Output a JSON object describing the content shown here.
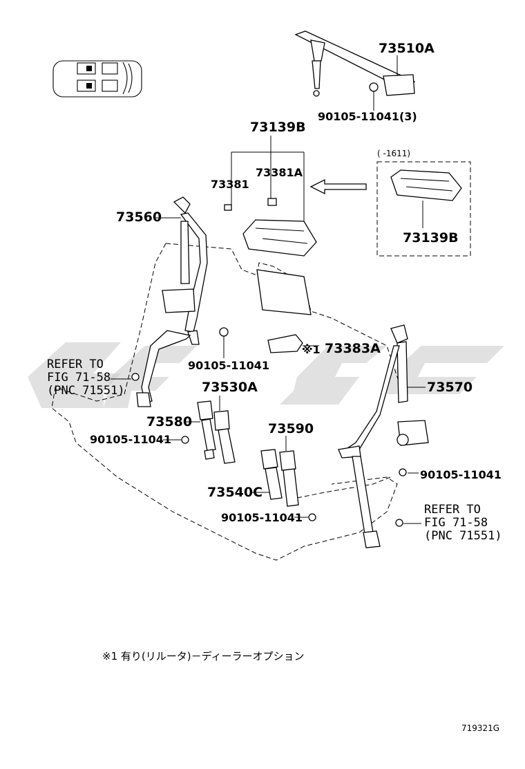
{
  "labels": {
    "p73510A": "73510A",
    "p90105_3": "90105-11041(3)",
    "p73139B_top": "73139B",
    "p73381": "73381",
    "p73381A": "73381A",
    "inset_range": "( -1611)",
    "inset_73139B": "73139B",
    "p73560": "73560",
    "p73383A_mark": "※1",
    "p73383A": "73383A",
    "p90105_a": "90105-11041",
    "refer_left_1": "REFER TO",
    "refer_left_2": "FIG 71-58",
    "refer_left_3": "(PNC 71551)",
    "p73530A": "73530A",
    "p73570": "73570",
    "p73580": "73580",
    "p90105_b": "90105-11041",
    "p73590": "73590",
    "p90105_c": "90105-11041",
    "p73540C": "73540C",
    "p90105_d": "90105-11041",
    "refer_right_1": "REFER TO",
    "refer_right_2": "FIG 71-58",
    "refer_right_3": "(PNC 71551)",
    "footnote": "※1 有り(リルータ)－ディーラーオプション",
    "figure_code": "719321G"
  },
  "colors": {
    "line": "#000000",
    "watermark": "#c8c8c8",
    "background": "#ffffff"
  },
  "icons": {
    "seat_layout": "seat-layout-icon",
    "arrow": "left-arrow-icon"
  }
}
